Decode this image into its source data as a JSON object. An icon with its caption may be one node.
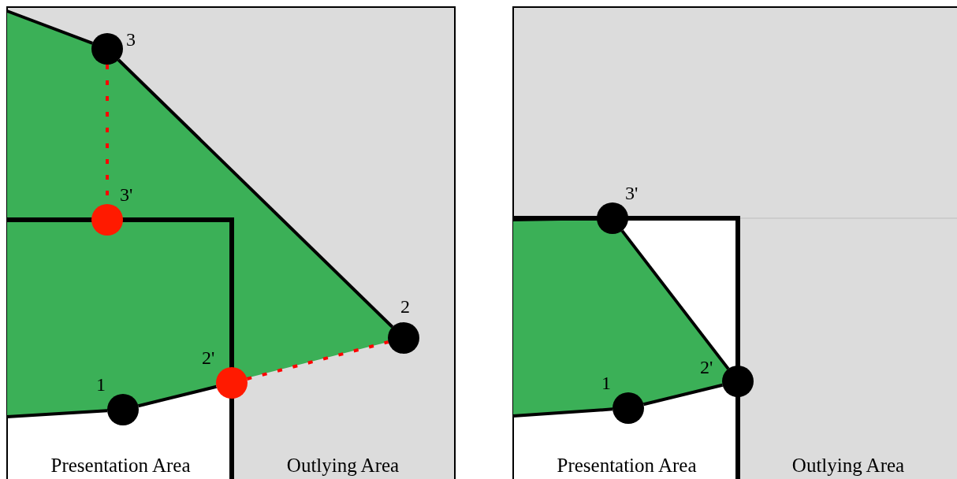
{
  "diagram": {
    "nodes": [
      {
        "text": [],
        "shape": "circle",
        "beside": [
          "3"
        ]
      },
      {
        "text": [],
        "shape": "circle",
        "beside": [
          "3'"
        ]
      },
      {
        "text": [],
        "shape": "circle",
        "beside": [
          "2"
        ]
      },
      {
        "text": [],
        "shape": "circle",
        "beside": [
          "2'"
        ]
      },
      {
        "text": [],
        "shape": "circle",
        "beside": [
          "1"
        ]
      },
      {
        "text": [],
        "shape": "circle",
        "beside": [
          "3'"
        ]
      },
      {
        "text": [],
        "shape": "circle",
        "beside": [
          "2'"
        ]
      },
      {
        "text": [],
        "shape": "circle",
        "beside": [
          "1"
        ]
      }
    ],
    "edges": [
      {
        "from": null,
        "to": 0,
        "arrow": "none"
      },
      {
        "from": 0,
        "to": 2,
        "arrow": "none"
      },
      {
        "from": 3,
        "to": 2,
        "arrow": "none",
        "style": "dashed",
        "color": "#ff0000"
      },
      {
        "from": 4,
        "to": 3,
        "arrow": "none"
      },
      {
        "from": null,
        "to": 4,
        "arrow": "none"
      },
      {
        "from": 0,
        "to": 1,
        "arrow": "none",
        "style": "dashed",
        "color": "#ff0000"
      },
      {
        "from": null,
        "to": 5,
        "arrow": "none"
      },
      {
        "from": 5,
        "to": 6,
        "arrow": "none"
      },
      {
        "from": 7,
        "to": 6,
        "arrow": "none"
      },
      {
        "from": null,
        "to": 7,
        "arrow": "none"
      }
    ],
    "labels": [
      "Presentation Area",
      "Outlying Area",
      "Presentation Area",
      "Outlying Area"
    ]
  }
}
